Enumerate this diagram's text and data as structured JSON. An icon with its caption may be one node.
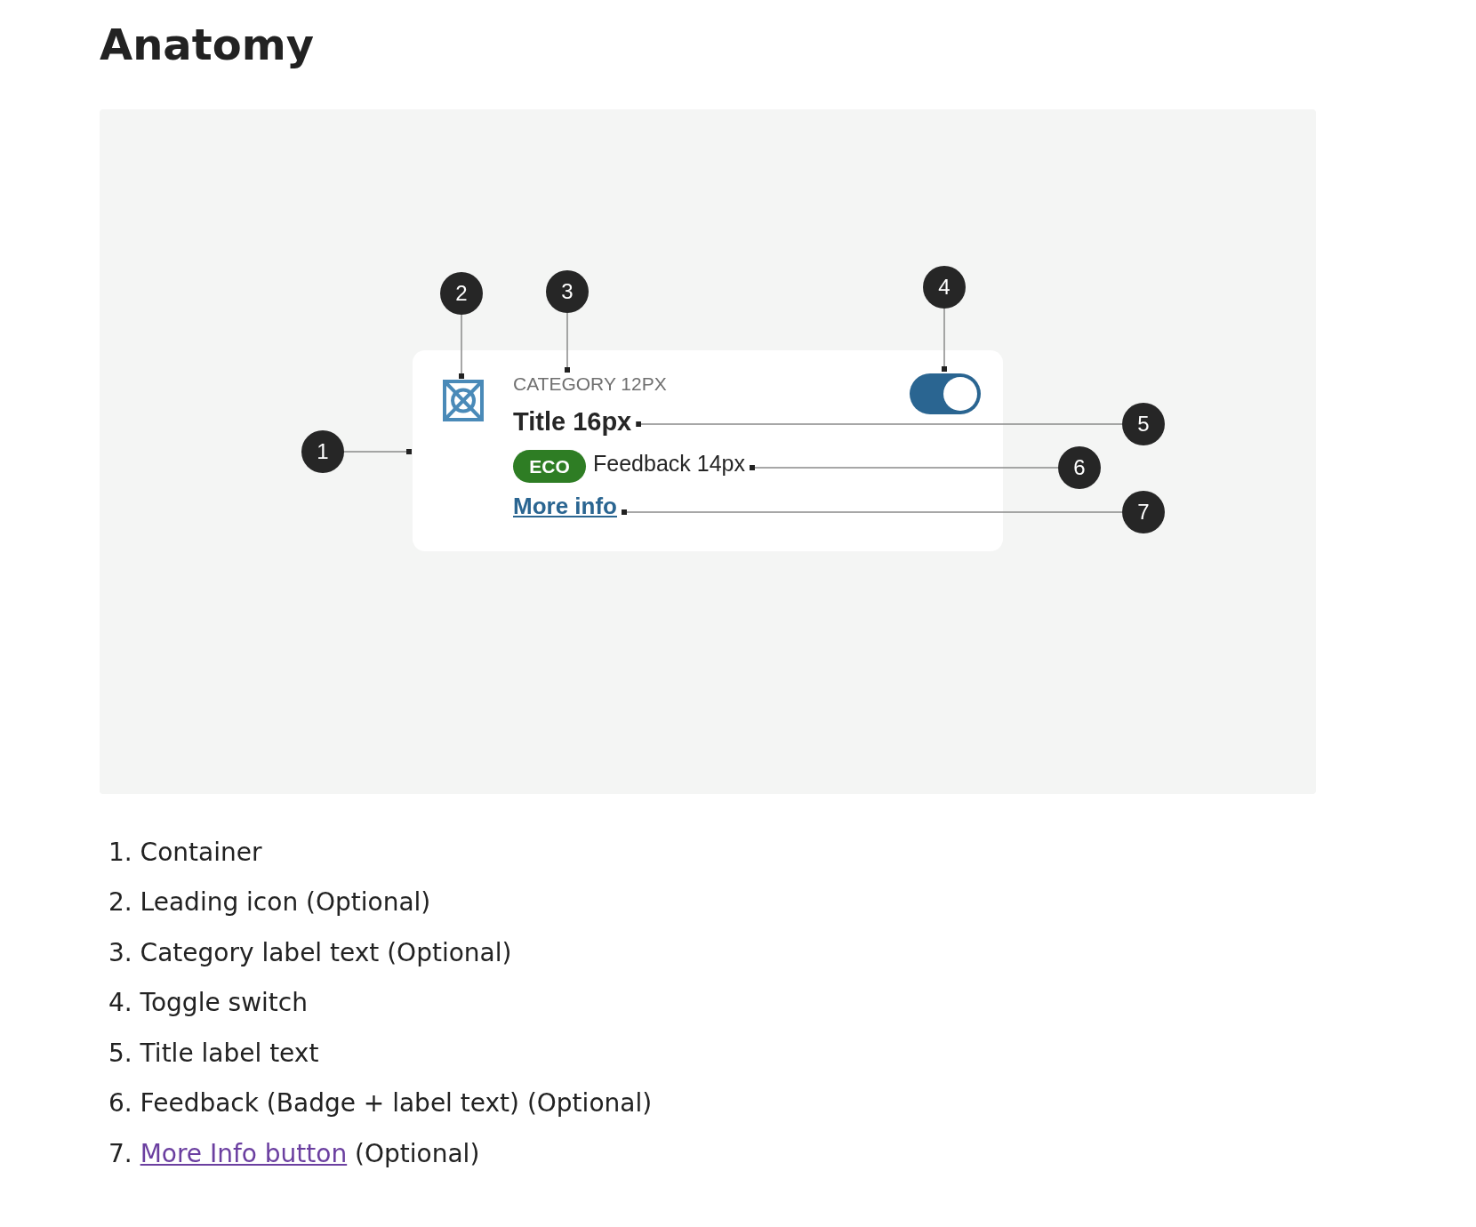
{
  "diagram": {
    "title": "Anatomy",
    "nodes": [
      {
        "text": [],
        "shape": "box"
      },
      {
        "text": [],
        "shape": "icon",
        "in": 0
      },
      {
        "text": [
          "CATEGORY 12PX"
        ],
        "in": 0
      },
      {
        "text": [],
        "shape": "switch",
        "in": 0
      },
      {
        "text": [
          "Title 16px"
        ],
        "in": 0
      },
      {
        "text": [
          "ECO"
        ],
        "in": 0
      },
      {
        "text": [
          "Feedback 14px"
        ],
        "in": 0
      },
      {
        "text": [
          "More info"
        ],
        "in": 0
      },
      {
        "text": [
          "1"
        ]
      },
      {
        "text": [
          "2"
        ]
      },
      {
        "text": [
          "3"
        ]
      },
      {
        "text": [
          "4"
        ]
      },
      {
        "text": [
          "5"
        ]
      },
      {
        "text": [
          "6"
        ]
      },
      {
        "text": [
          "7"
        ]
      }
    ],
    "edges": [
      {
        "from": 8,
        "to": 0,
        "arrow": "other"
      },
      {
        "from": 9,
        "to": 1,
        "arrow": "other"
      },
      {
        "from": 10,
        "to": 2,
        "arrow": "other"
      },
      {
        "from": 11,
        "to": 3,
        "arrow": "other"
      },
      {
        "from": 12,
        "to": 4,
        "arrow": "other"
      },
      {
        "from": 13,
        "to": 6,
        "arrow": "other"
      },
      {
        "from": 14,
        "to": 7,
        "arrow": "other"
      }
    ],
    "labels": [
      "1. Container",
      "2. Leading icon (Optional)",
      "3. Category label text (Optional)",
      "4. Toggle switch",
      "5. Title label text",
      "6. Feedback (Badge + label text) (Optional)",
      "7.",
      "More Info button",
      "(Optional)"
    ]
  }
}
